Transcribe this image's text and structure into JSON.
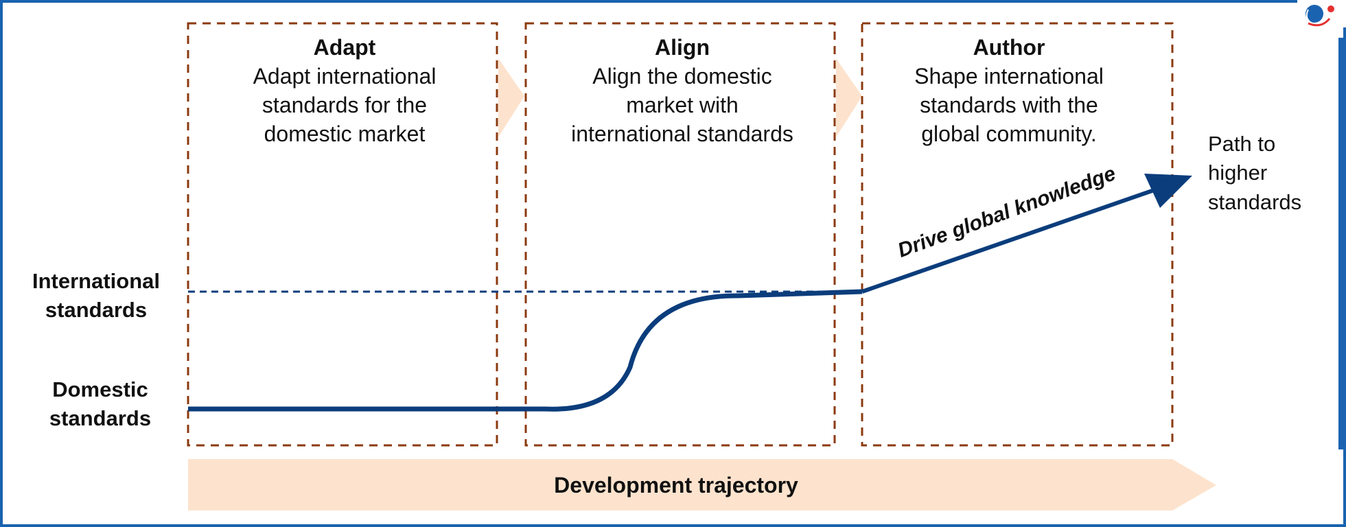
{
  "stages": [
    {
      "title": "Adapt",
      "lines": [
        "Adapt international",
        "standards for the",
        "domestic market"
      ]
    },
    {
      "title": "Align",
      "lines": [
        "Align the domestic",
        "market with",
        "international standards"
      ]
    },
    {
      "title": "Author",
      "lines": [
        "Shape international",
        "standards with the",
        "global community."
      ]
    }
  ],
  "levels": {
    "international": [
      "International",
      "standards"
    ],
    "domestic": [
      "Domestic",
      "standards"
    ]
  },
  "arrow_label": "Drive global knowledge",
  "destination": [
    "Path to",
    "higher",
    "standards"
  ],
  "trajectory_label": "Development trajectory",
  "colors": {
    "frame": "#1a63b0",
    "box": "#8b3a0f",
    "line": "#0b3d7c",
    "band": "#fde3cd"
  }
}
